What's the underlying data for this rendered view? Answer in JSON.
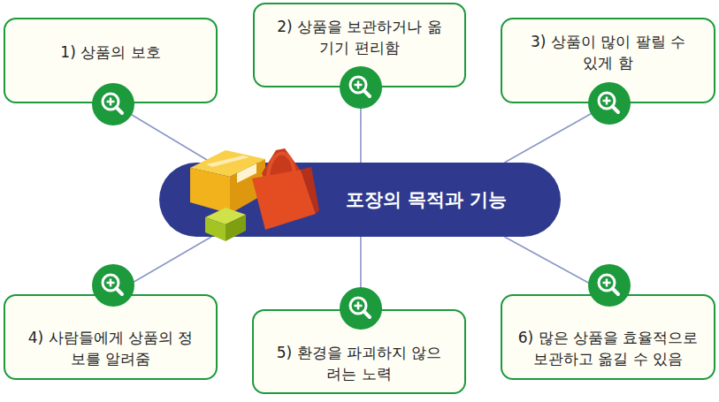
{
  "diagram": {
    "nodes": [
      {
        "text": [
          "1) 상품의 보호"
        ]
      },
      {
        "text": [
          "2) 상품을 보관하거나 옮기기 편리함"
        ]
      },
      {
        "text": [
          "3) 상품이 많이 팔릴 수 있게 함"
        ]
      },
      {
        "text": [
          "포장의 목적과 기능"
        ]
      },
      {
        "text": [
          "4) 사람들에게 상품의 정보를 알려줌"
        ]
      },
      {
        "text": [
          "5) 환경을 파괴하지 않으려는 노력"
        ]
      },
      {
        "text": [
          "6) 많은 상품을 효율적으로 보관하고 옮길 수 있음"
        ]
      }
    ],
    "edges": [
      {
        "from": 3,
        "to": 0,
        "arrow": "none"
      },
      {
        "from": 3,
        "to": 1,
        "arrow": "none"
      },
      {
        "from": 3,
        "to": 2,
        "arrow": "none"
      },
      {
        "from": 3,
        "to": 4,
        "arrow": "none"
      },
      {
        "from": 3,
        "to": 5,
        "arrow": "none"
      },
      {
        "from": 3,
        "to": 6,
        "arrow": "none"
      }
    ]
  }
}
